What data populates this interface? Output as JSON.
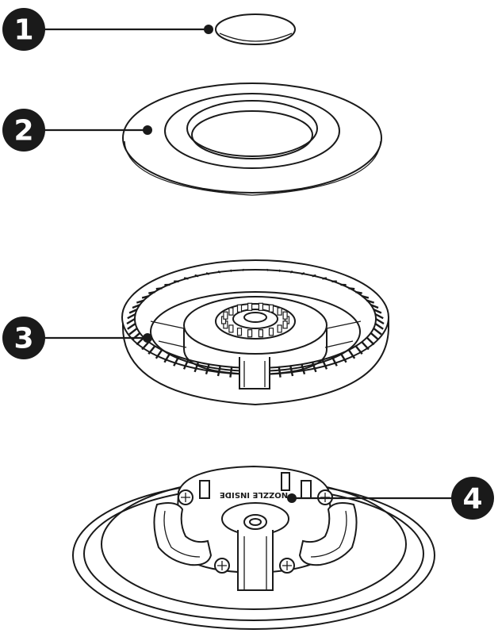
{
  "callouts": [
    {
      "number": "1",
      "part": "burner cap"
    },
    {
      "number": "2",
      "part": "outer flame ring"
    },
    {
      "number": "3",
      "part": "burner crown"
    },
    {
      "number": "4",
      "part": "burner base"
    }
  ],
  "base_marking": "NOZZLE INSIDE",
  "colors": {
    "ink": "#1a1a1a",
    "paper": "#ffffff"
  }
}
